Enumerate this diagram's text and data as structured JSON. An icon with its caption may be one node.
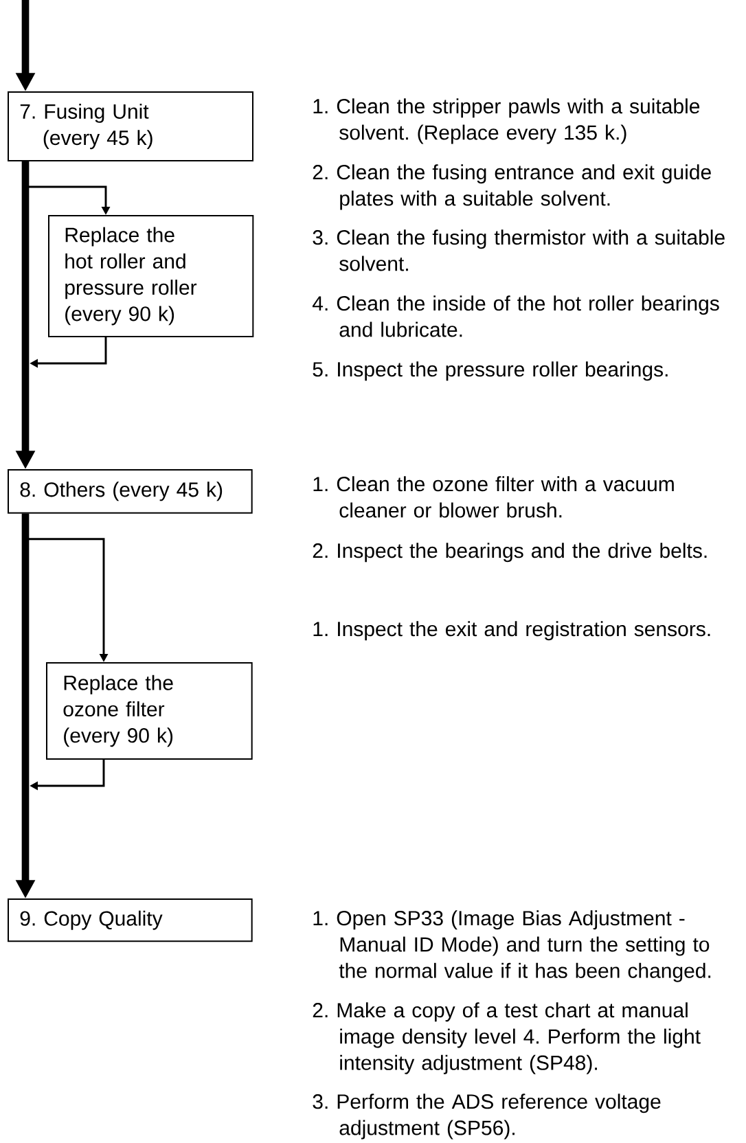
{
  "diagram": {
    "nodes": [
      {
        "text": [
          "7. Fusing Unit (every 45 k)"
        ]
      },
      {
        "text": [
          "Replace the hot roller and pressure roller (every 90 k)"
        ]
      },
      {
        "text": [
          "8. Others (every 45 k)"
        ]
      },
      {
        "text": [
          "Replace the ozone filter (every 90 k)"
        ]
      },
      {
        "text": [
          "9. Copy Quality"
        ]
      }
    ],
    "edges": [
      {
        "from": null,
        "to": 0,
        "arrow": "to",
        "style": "thick"
      },
      {
        "from": 0,
        "to": 1,
        "arrow": "to"
      },
      {
        "from": 1,
        "to": null,
        "arrow": "to"
      },
      {
        "from": 0,
        "to": 2,
        "arrow": "to",
        "style": "thick"
      },
      {
        "from": 2,
        "to": 3,
        "arrow": "to"
      },
      {
        "from": 3,
        "to": null,
        "arrow": "to"
      },
      {
        "from": 2,
        "to": 4,
        "arrow": "to",
        "style": "thick"
      }
    ],
    "labels": [
      "1. Clean the stripper pawls with a suitable solvent. (Replace every 135 k.)",
      "2. Clean the fusing entrance and exit guide plates with a suitable solvent.",
      "3. Clean the fusing thermistor with a suitable solvent.",
      "4. Clean the inside of the hot roller bearings and lubricate.",
      "5. Inspect the pressure roller bearings.",
      "1. Clean the ozone filter with a vacuum cleaner or blower brush.",
      "2. Inspect the bearings and the drive belts.",
      "1. Inspect the exit and registration sensors.",
      "1. Open SP33 (Image Bias Adjustment - Manual ID Mode) and turn the setting to the normal value if it has been changed.",
      "2. Make a copy of a test chart at manual image density level 4. Perform the light intensity adjustment (SP48).",
      "3. Perform the ADS reference voltage adjustment (SP56)."
    ]
  }
}
